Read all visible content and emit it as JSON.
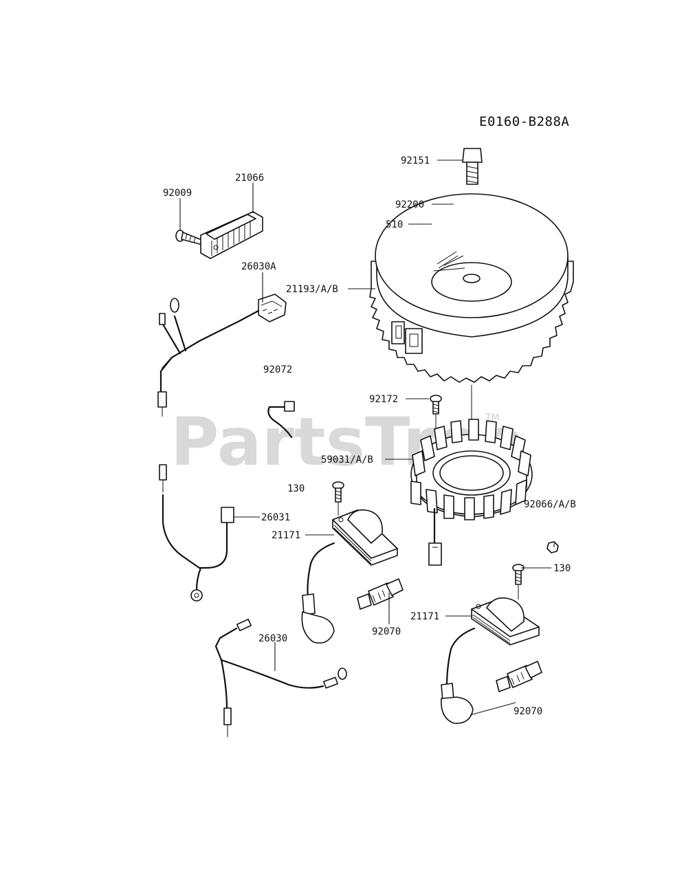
{
  "diagram": {
    "code": "E0160-B288A",
    "watermark": "PartsTree",
    "watermark_tm": "TM",
    "labels": {
      "p92151": "92151",
      "p92200": "92200",
      "p510": "510",
      "p21193": "21193/A/B",
      "p92009": "92009",
      "p21066": "21066",
      "p26030A": "26030A",
      "p92072": "92072",
      "p92172": "92172",
      "p59031": "59031/A/B",
      "p92066": "92066/A/B",
      "p130a": "130",
      "p21171a": "21171",
      "p26031": "26031",
      "p92070a": "92070",
      "p130b": "130",
      "p21171b": "21171",
      "p26030": "26030",
      "p92070b": "92070"
    }
  }
}
